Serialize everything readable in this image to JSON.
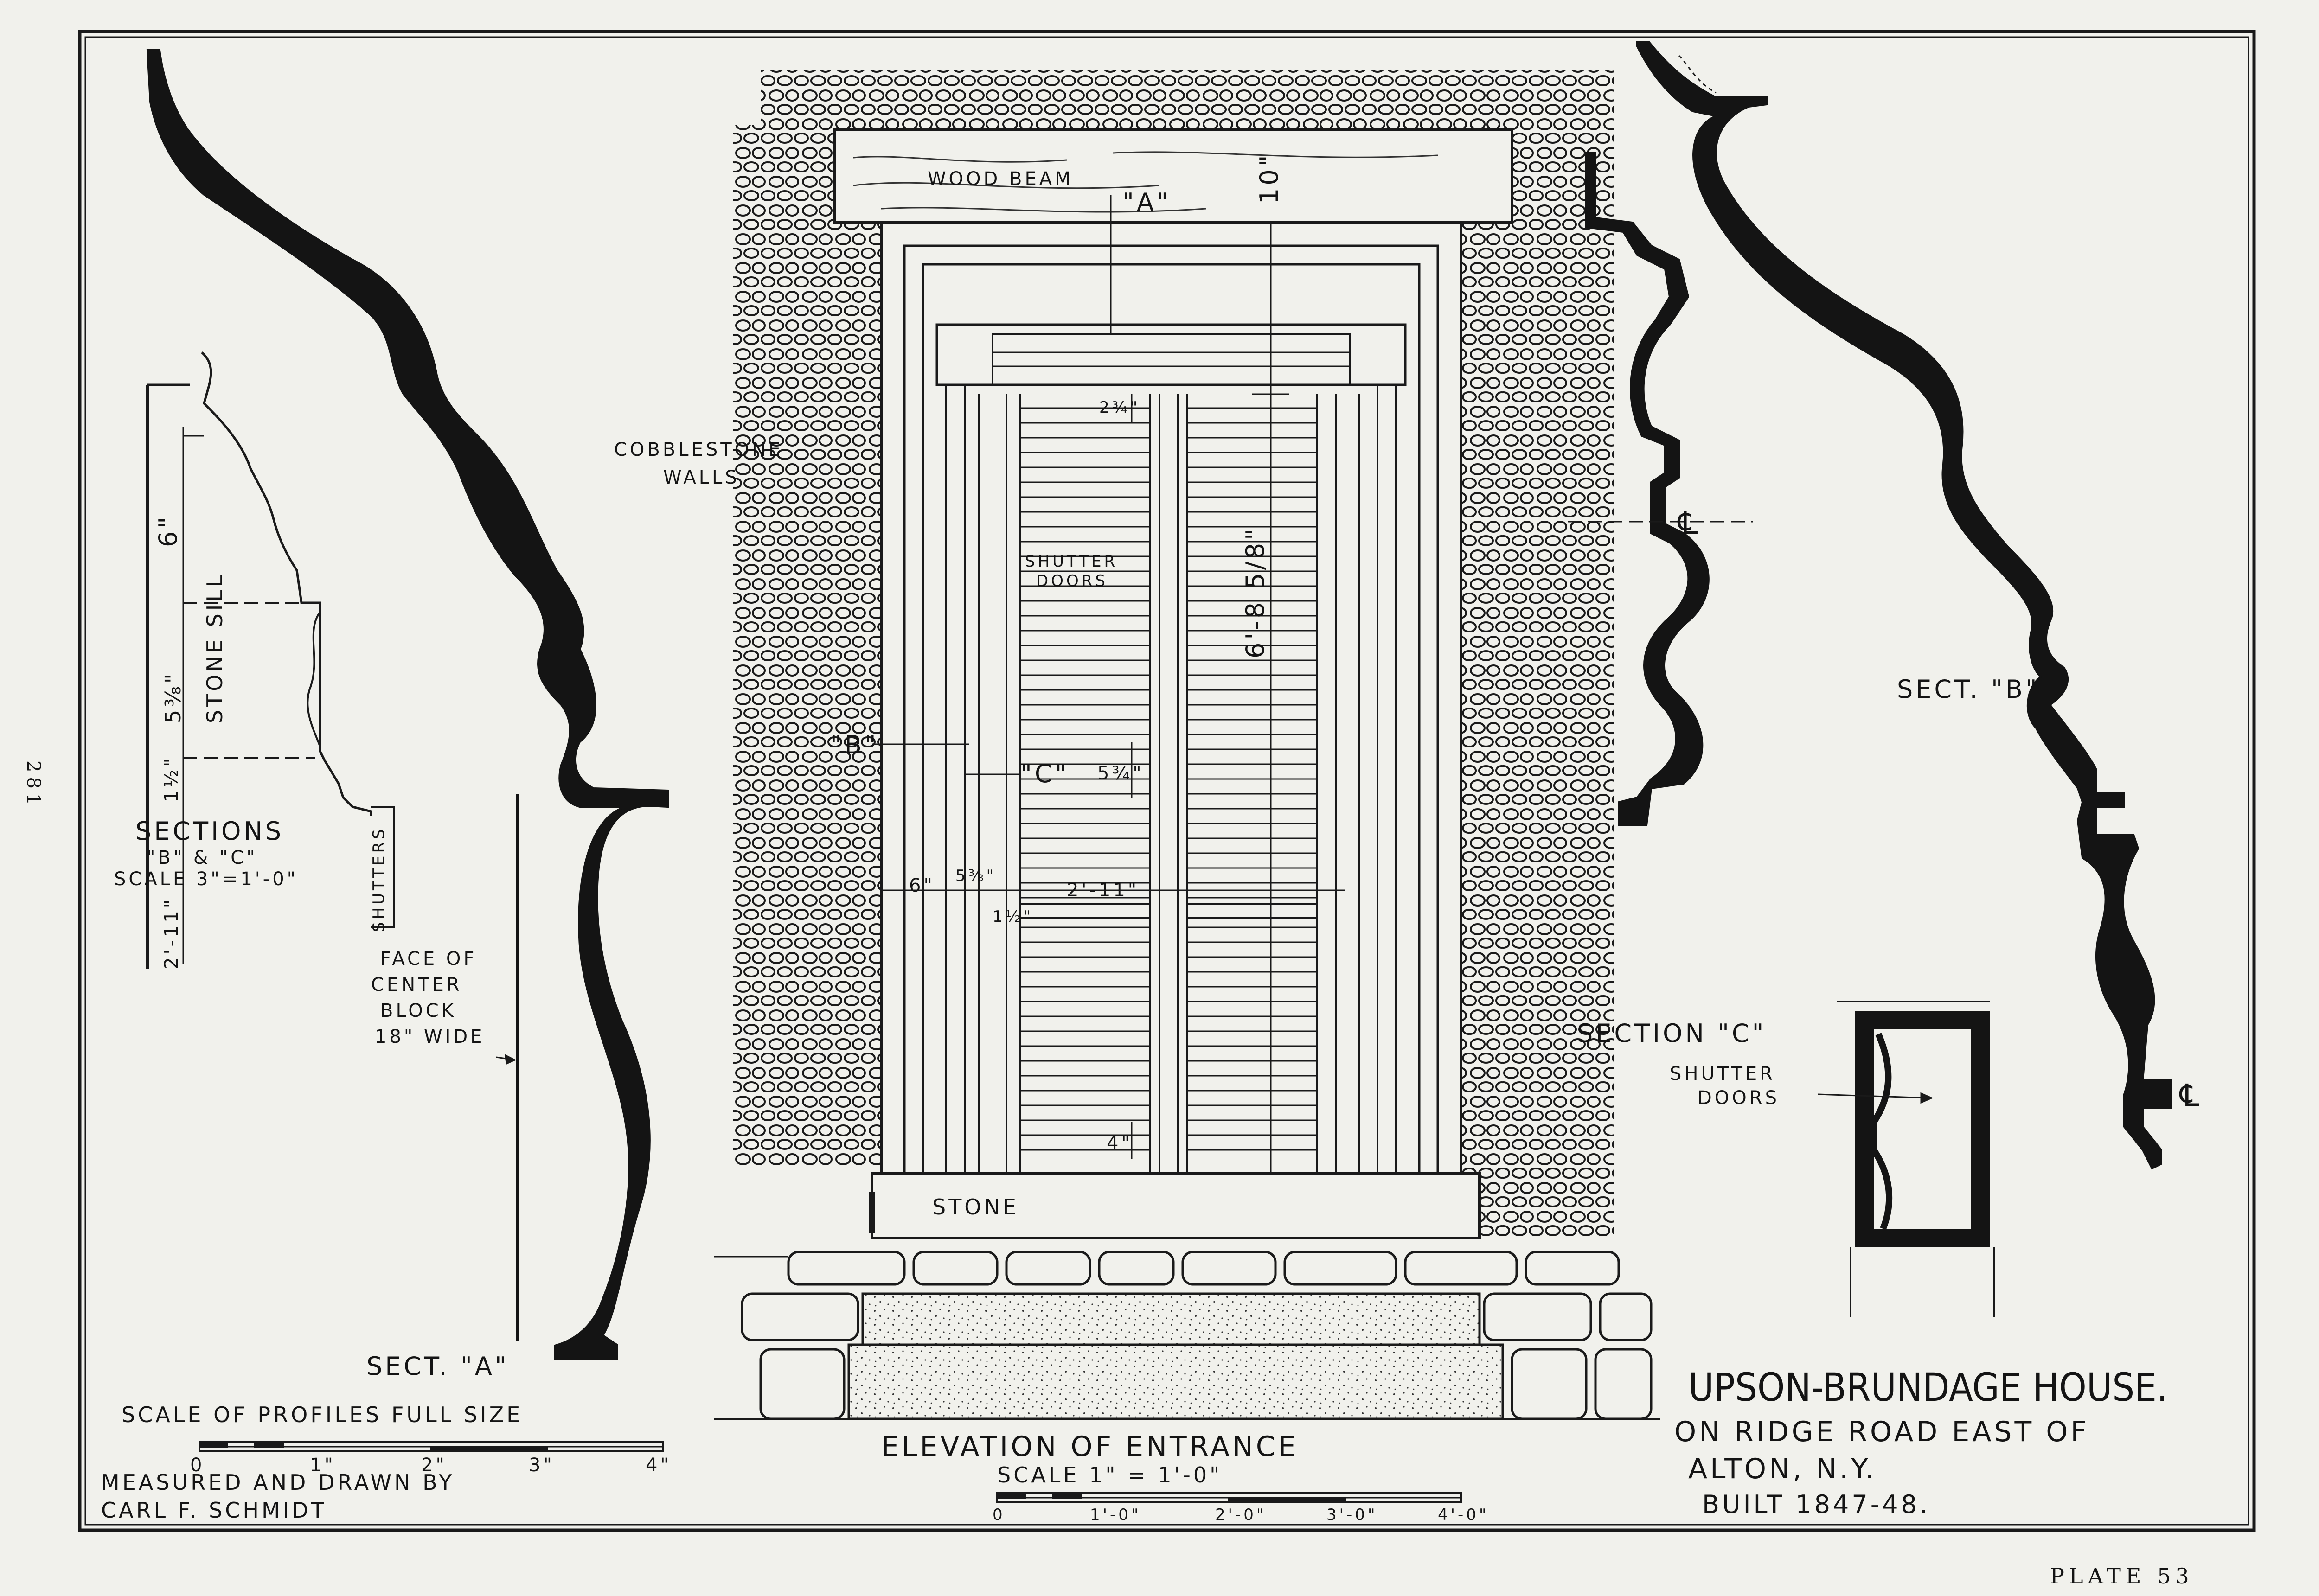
{
  "page_number": "281",
  "plate": "PLATE 53",
  "title": {
    "line1": "UPSON-BRUNDAGE HOUSE.",
    "line2": "ON RIDGE ROAD EAST OF",
    "line3": "ALTON, N.Y.",
    "line4": "BUILT 1847-48."
  },
  "credit": {
    "line1": "MEASURED AND DRAWN BY",
    "line2": "CARL F. SCHMIDT"
  },
  "profiles": {
    "section_a": "SECT. \"A\"",
    "section_b": "SECT. \"B\"",
    "section_c": "SECTION \"C\"",
    "scale_title": "SCALE OF PROFILES FULL SIZE",
    "scale_ticks": [
      "0",
      "1\"",
      "2\"",
      "3\"",
      "4\""
    ],
    "face_note": [
      "FACE OF",
      "CENTER",
      "BLOCK",
      "18\" WIDE"
    ],
    "shutter_doors_note": [
      "SHUTTER",
      "DOORS"
    ],
    "centerline": "℄"
  },
  "sections_bc": {
    "title": "SECTIONS",
    "subtitle": "\"B\" & \"C\"",
    "scale": "SCALE 3\"=1'-0\"",
    "dim_6": "6\"",
    "dim_5_3_8": "5⅜\"",
    "dim_1_1_2": "1½\"",
    "dim_2_11": "2'-11\"",
    "stone_sill": "STONE SILL",
    "shutters": "SHUTTERS"
  },
  "elevation": {
    "title": "ELEVATION OF ENTRANCE",
    "scale": "SCALE 1\" = 1'-0\"",
    "scale_ticks": [
      "0",
      "1'-0\"",
      "2'-0\"",
      "3'-0\"",
      "4'-0\""
    ],
    "wood_beam": "WOOD BEAM",
    "mark_a": "\"A\"",
    "mark_b": "\"B\"",
    "mark_c": "\"C\"",
    "cobblestone": [
      "COBBLESTONE",
      "WALLS"
    ],
    "shutter_doors": [
      "SHUTTER",
      "DOORS"
    ],
    "stone": "STONE",
    "dim_10": "10\"",
    "dim_height": "6'-8 5/8\"",
    "dim_2_3_4": "2¾\"",
    "dim_5_3_4": "5¾\"",
    "dim_4": "4\"",
    "dim_6": "6\"",
    "dim_5_3_8": "5⅜\"",
    "dim_1_1_2": "1½\"",
    "dim_width": "2'-11\""
  }
}
